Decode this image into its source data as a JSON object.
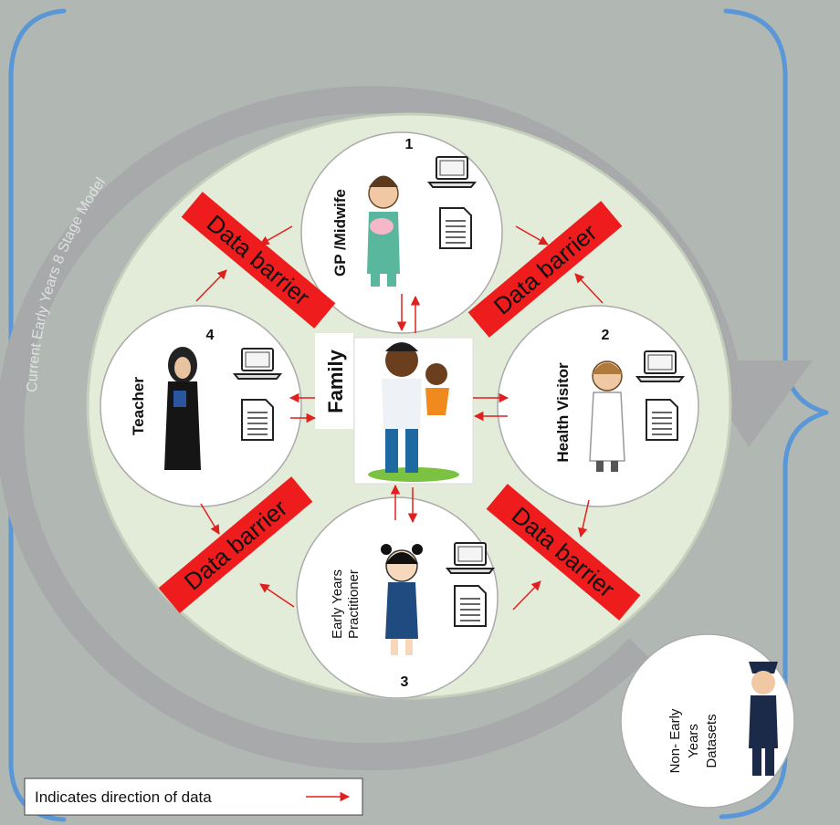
{
  "arc_label": "Current Early Years 8 Stage Model",
  "center": {
    "label": "Family"
  },
  "roles": [
    {
      "number": "1",
      "label": "GP /Midwife"
    },
    {
      "number": "2",
      "label": "Health Visitor"
    },
    {
      "number": "3",
      "line1": "Early Years",
      "line2": "Practitioner"
    },
    {
      "number": "4",
      "label": "Teacher"
    }
  ],
  "barriers": [
    "Data barrier",
    "Data barrier",
    "Data barrier",
    "Data barrier"
  ],
  "external": {
    "line1": "Non- Early",
    "line2": "Years",
    "line3": "Datasets"
  },
  "legend": {
    "text": "Indicates direction of data"
  },
  "colors": {
    "background": "#b1b8b3",
    "inner_circle": "#e3ecd9",
    "arc": "#a7a9ab",
    "barrier": "#ee1c1c",
    "arrow": "#e0201e",
    "bracket": "#5a97d6"
  },
  "icons": [
    "laptop-icon",
    "document-icon"
  ]
}
